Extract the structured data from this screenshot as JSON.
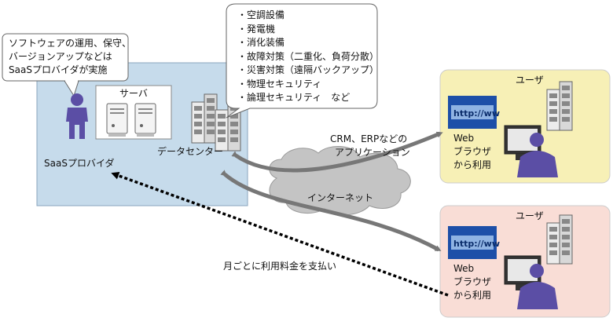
{
  "provider_note": [
    "ソフトウェアの運用、保守、",
    "バージョンアップなどは",
    "SaaSプロバイダが実施"
  ],
  "datacenter_features": [
    "・空調設備",
    "・発電機",
    "・消化装備",
    "・故障対策（二重化、負荷分散）",
    "・災害対策（遠隔バックアップ）",
    "・物理セキュリティ",
    "・論理セキュリティ　など"
  ],
  "server_label": "サーバ",
  "datacenter_label": "データセンター",
  "provider_label": "SaaSプロバイダ",
  "app_label": [
    "CRM、ERPなどの",
    "アプリケーション"
  ],
  "internet_label": "インターネット",
  "payment_label": "月ごとに利用料金を支払い",
  "users": [
    {
      "label": "ユーザ",
      "access": [
        "Web",
        "ブラウザ",
        "から利用"
      ],
      "bg": "#f7f0b6"
    },
    {
      "label": "ユーザ",
      "access": [
        "Web",
        "ブラウザ",
        "から利用"
      ],
      "bg": "#f9ddd6"
    }
  ],
  "browser_text": "http://ww",
  "colors": {
    "provider_bg": "#c6dbeb",
    "person": "#5b4ea5",
    "arrow": "#777777",
    "cloud": "#c4c4c4"
  }
}
